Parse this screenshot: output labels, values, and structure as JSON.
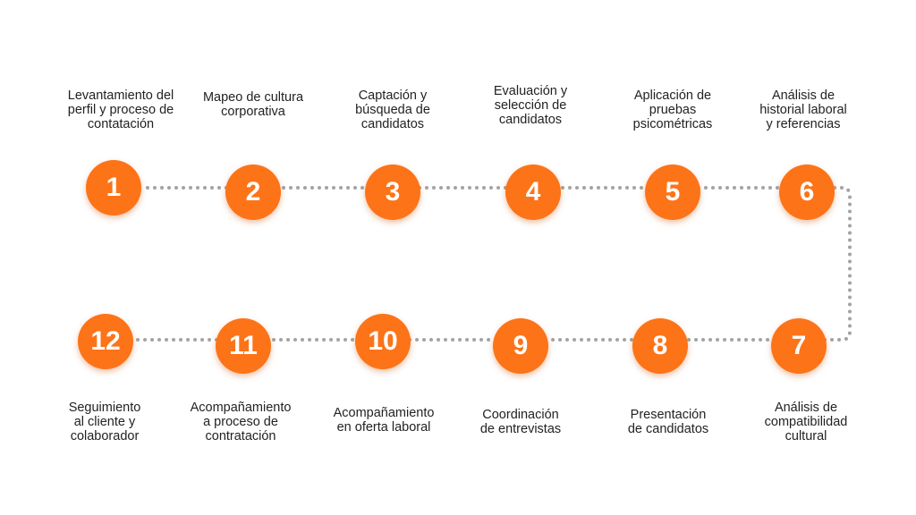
{
  "steps": [
    {
      "number": "1",
      "label": "Levantamiento del\nperfil y proceso de\ncontatación"
    },
    {
      "number": "2",
      "label": "Mapeo de cultura\ncorporativa"
    },
    {
      "number": "3",
      "label": "Captación y\nbúsqueda de\ncandidatos"
    },
    {
      "number": "4",
      "label": "Evaluación y\nselección de\ncandidatos"
    },
    {
      "number": "5",
      "label": "Aplicación de\npruebas\npsicométricas"
    },
    {
      "number": "6",
      "label": "Análisis de\nhistorial laboral\ny referencias"
    },
    {
      "number": "7",
      "label": "Análisis de\ncompatibilidad\ncultural"
    },
    {
      "number": "8",
      "label": "Presentación\nde candidatos"
    },
    {
      "number": "9",
      "label": "Coordinación\nde entrevistas"
    },
    {
      "number": "10",
      "label": "Acompañamiento\nen oferta laboral"
    },
    {
      "number": "11",
      "label": "Acompañamiento\na proceso de\ncontratación"
    },
    {
      "number": "12",
      "label": "Seguimiento\nal cliente y\ncolaborador"
    }
  ],
  "colors": {
    "circle": "#fd7318",
    "connector": "#a3a3a3",
    "text": "#222222"
  }
}
